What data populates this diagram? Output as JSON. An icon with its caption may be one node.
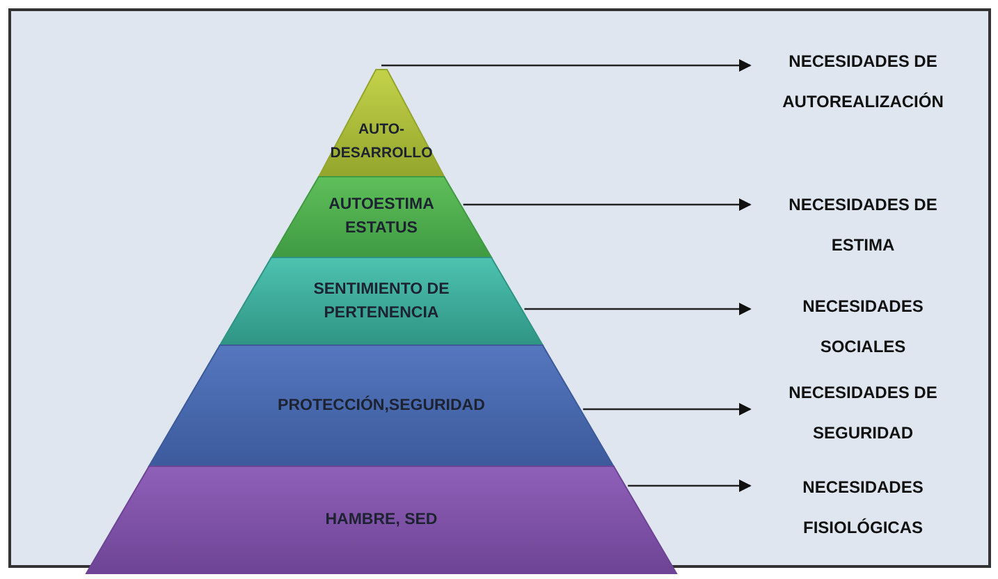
{
  "diagram": {
    "nodes": [
      {
        "text": [
          "AUTO- DESARROLLO"
        ]
      },
      {
        "text": [
          "AUTOESTIMA ESTATUS"
        ]
      },
      {
        "text": [
          "SENTIMIENTO DE PERTENENCIA"
        ]
      },
      {
        "text": [
          "PROTECCIÓN,SEGURIDAD"
        ]
      },
      {
        "text": [
          "HAMBRE, SED"
        ]
      },
      {
        "text": [
          "NECESIDADES DE AUTOREALIZACIÓN"
        ]
      },
      {
        "text": [
          "NECESIDADES DE ESTIMA"
        ]
      },
      {
        "text": [
          "NECESIDADES SOCIALES"
        ]
      },
      {
        "text": [
          "NECESIDADES DE SEGURIDAD"
        ]
      },
      {
        "text": [
          "NECESIDADES FISIOLÓGICAS"
        ]
      }
    ],
    "edges": [
      {
        "from": 0,
        "to": 5,
        "arrow": "to"
      },
      {
        "from": 1,
        "to": 6,
        "arrow": "to"
      },
      {
        "from": 2,
        "to": 7,
        "arrow": "to"
      },
      {
        "from": 3,
        "to": 8,
        "arrow": "to"
      },
      {
        "from": 4,
        "to": 9,
        "arrow": "to"
      }
    ]
  }
}
